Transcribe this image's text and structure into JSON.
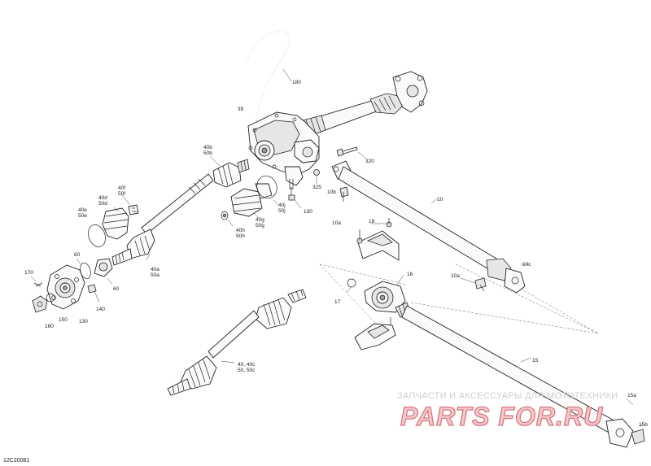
{
  "diagram_code": "12C20081",
  "watermark": {
    "line1": "ЗАПЧАСТИ И АКСЕССУАРЫ ДЛЯ МОТОТЕХНИКИ",
    "line2": "PARTS FOR.RU"
  },
  "labels": {
    "l180": "180",
    "l39": "39",
    "l40b": "40b",
    "l50b": "50b",
    "l320": "320",
    "l40f": "40f",
    "l50f": "50f",
    "l40d": "40d",
    "l50d": "50d",
    "l40e": "40e",
    "l50e": "50e",
    "l325": "325",
    "l10b": "10b",
    "l40j": "40j",
    "l50j": "50j",
    "l130a": "130",
    "l40g": "40g",
    "l50g": "50g",
    "l40h": "40h",
    "l50h": "50h",
    "l10": "10",
    "l10a": "10a",
    "l18": "18",
    "l60": "60",
    "l40a": "40a",
    "l50a": "50a",
    "l170": "170",
    "l60b": "60",
    "l150": "150",
    "l140": "140",
    "l130": "130",
    "l160": "160",
    "l10c": "10c",
    "l10a2": "10a",
    "l16": "16",
    "l17": "17",
    "l15": "15",
    "l40c_1": "40, 40c",
    "l40c_2": "50, 50c",
    "l15a": "15a",
    "l15b": "15b"
  }
}
